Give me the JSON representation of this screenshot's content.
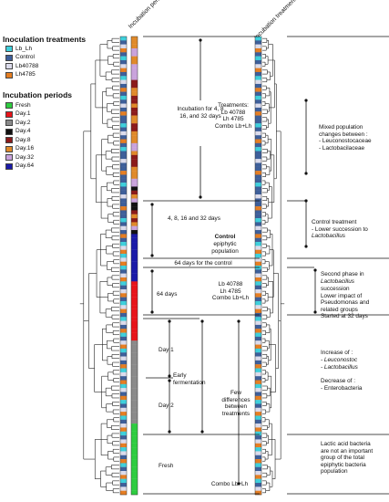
{
  "legend": {
    "treatments_title": "Inoculation treatments",
    "treatments": [
      {
        "label": "Lb_Lh",
        "color": "#3fd0dc"
      },
      {
        "label": "Control",
        "color": "#3e5f9a"
      },
      {
        "label": "Lb40788",
        "color": "#dcdcec"
      },
      {
        "label": "Lh4785",
        "color": "#e67e22"
      }
    ],
    "periods_title": "Incubation periods",
    "periods": [
      {
        "label": "Fresh",
        "color": "#2ecc40"
      },
      {
        "label": "Day.1",
        "color": "#e8141a"
      },
      {
        "label": "Day.2",
        "color": "#8a8a8a"
      },
      {
        "label": "Day.4",
        "color": "#111111"
      },
      {
        "label": "Day.8",
        "color": "#8b1a1a"
      },
      {
        "label": "Day.16",
        "color": "#e08a2a"
      },
      {
        "label": "Day.32",
        "color": "#c9a3dc"
      },
      {
        "label": "Day.64",
        "color": "#1a1aa8"
      }
    ]
  },
  "columns": {
    "left_periods": "Incubation periods",
    "right_treatments": "Incubation treatments"
  },
  "annotations": {
    "incubation_block": "Incubation for 4, 8\n16, and 32 days",
    "treatments_block": "Treatments:\nLb 40788\nLh 4785\nCombo Lb+Lh",
    "mixed_block": "Mixed population\nchanges between :\n- Leuconostocaceae\n- Lactobacilaceae",
    "days_4_8_16_32": "4, 8, 16 and 32 days",
    "control_label": "Control",
    "epiphytic_pop": "epiphytic\npopulation",
    "control_treatment": "Control treatment\n- Lower succession to",
    "control_lacto": "Lactobacillus",
    "days64_control": "64 days for the control",
    "days64": "64 days",
    "lb_lh_combo": "Lb 40788\nLh 4785\nCombo Lb+Lh",
    "second_phase_1": "Second phase in",
    "second_phase_lacto": "Lactobacillus",
    "second_phase_2": "succession\nLower impact of\nPseudomonas and\nrelated groups\nStarted at 32 days",
    "day1": "Day 1",
    "early_fermentation": "Early\nfermentation",
    "day2": "Day 2",
    "few_differences": "Few\ndifferences\nbetween\ntreatments",
    "increase_of": "Increase of :",
    "increase_leuc": "- Leuconostoc",
    "increase_lacto": "- Lactobacillus",
    "decrease_of": "Decrease of :\n- Enterobacteria",
    "fresh": "Fresh",
    "combo_bottom": "Combo Lb+Lh",
    "lab_note": "Lactic acid bacteria\nare not an important\ngroup of the total\nepiphytic bacteria\npopulation"
  },
  "samples": {
    "treatment_sequence": [
      "Lb_Lh",
      "Control",
      "Lb40788",
      "Lh4785",
      "Control",
      "Lb_Lh",
      "Control",
      "Lb40788",
      "Lh4785",
      "Control",
      "Lb_Lh",
      "Lb40788",
      "Control",
      "Lh4785",
      "Control",
      "Lb_Lh",
      "Control",
      "Lb40788",
      "Control",
      "Lh4785",
      "Control",
      "Control",
      "Lb_Lh",
      "Control",
      "Lb40788",
      "Control",
      "Lh4785",
      "Control",
      "Lb_Lh",
      "Control",
      "Control",
      "Lb40788",
      "Control",
      "Control",
      "Lh4785",
      "Control",
      "Control",
      "Lb_Lh",
      "Control",
      "Control",
      "Lb40788",
      "Control",
      "Control",
      "Lh4785",
      "Control",
      "Control",
      "Lb_Lh",
      "Control",
      "Lb40788",
      "Control",
      "Lh4785",
      "Control",
      "Lb_Lh",
      "Lb40788",
      "Lh4785",
      "Lb_Lh",
      "Lb40788",
      "Lh4785",
      "Lb_Lh",
      "Control",
      "Lb40788",
      "Lh4785",
      "Lb_Lh",
      "Control",
      "Lb40788",
      "Lh4785",
      "Control",
      "Lb_Lh",
      "Lb40788",
      "Lh4785",
      "Control",
      "Lb_Lh",
      "Lb40788",
      "Control",
      "Lh4785",
      "Lb_Lh",
      "Control",
      "Lb40788",
      "Lh4785",
      "Lb_Lh",
      "Control",
      "Lb40788",
      "Control",
      "Lh4785",
      "Lb_Lh",
      "Lb40788",
      "Control",
      "Lh4785",
      "Lb_Lh",
      "Lb40788",
      "Control",
      "Lh4785",
      "Lb_Lh",
      "Control",
      "Lb40788",
      "Lh4785",
      "Lb_Lh",
      "Control",
      "Lb40788",
      "Lh4785",
      "Lb_Lh",
      "Control",
      "Lb40788",
      "Lh4785",
      "Lb_Lh",
      "Lb40788",
      "Control",
      "Lh4785",
      "Lb_Lh",
      "Control",
      "Lb40788",
      "Lh4785",
      "Lb_Lh",
      "Control",
      "Lb40788",
      "Lh4785"
    ],
    "period_sequence": [
      "Day.16",
      "Day.16",
      "Day.16",
      "Day.32",
      "Day.32",
      "Day.16",
      "Day.16",
      "Day.32",
      "Day.32",
      "Day.32",
      "Day.32",
      "Day.8",
      "Day.8",
      "Day.16",
      "Day.16",
      "Day.8",
      "Day.8",
      "Day.16",
      "Day.8",
      "Day.8",
      "Day.16",
      "Day.16",
      "Day.8",
      "Day.8",
      "Day.16",
      "Day.16",
      "Day.16",
      "Day.32",
      "Day.32",
      "Day.16",
      "Day.8",
      "Day.8",
      "Day.8",
      "Day.16",
      "Day.16",
      "Day.16",
      "Day.32",
      "Day.32",
      "Day.4",
      "Day.8",
      "Day.16",
      "Day.32",
      "Day.4",
      "Day.4",
      "Day.8",
      "Day.16",
      "Day.8",
      "Day.16",
      "Day.32",
      "Day.4",
      "Day.64",
      "Day.64",
      "Day.64",
      "Day.64",
      "Day.64",
      "Day.64",
      "Day.64",
      "Day.64",
      "Day.64",
      "Day.64",
      "Day.64",
      "Day.64",
      "Day.1",
      "Day.1",
      "Day.1",
      "Day.1",
      "Day.1",
      "Day.1",
      "Day.1",
      "Day.1",
      "Day.1",
      "Day.1",
      "Day.1",
      "Day.1",
      "Day.1",
      "Day.1",
      "Day.1",
      "Day.2",
      "Day.2",
      "Day.2",
      "Day.2",
      "Day.2",
      "Day.2",
      "Day.2",
      "Day.2",
      "Day.2",
      "Day.2",
      "Day.2",
      "Day.2",
      "Day.2",
      "Day.2",
      "Day.2",
      "Day.2",
      "Day.2",
      "Day.2",
      "Day.2",
      "Day.2",
      "Day.2",
      "Fresh",
      "Fresh",
      "Fresh",
      "Fresh",
      "Fresh",
      "Fresh",
      "Fresh",
      "Fresh",
      "Fresh",
      "Fresh",
      "Fresh",
      "Fresh",
      "Fresh",
      "Fresh",
      "Fresh",
      "Fresh",
      "Fresh",
      "Fresh",
      "Fresh",
      "Fresh"
    ]
  }
}
